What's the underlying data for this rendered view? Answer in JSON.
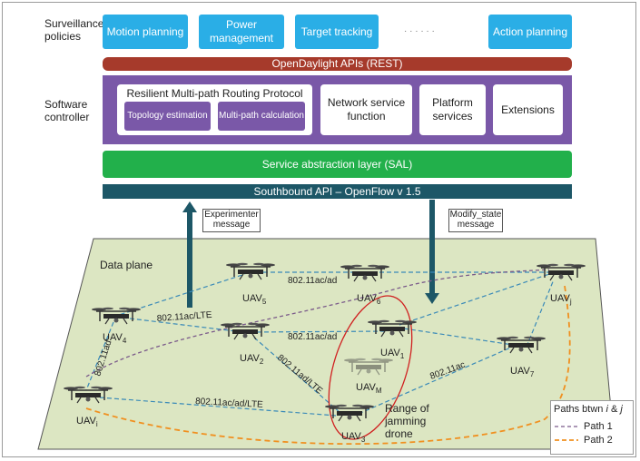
{
  "layers": {
    "surveillance_label": "Surveillance policies",
    "software_label": "Software controller"
  },
  "policies": {
    "motion": "Motion planning",
    "power": "Power management",
    "target": "Target tracking",
    "dots": "· · · · · ·",
    "action": "Action planning"
  },
  "opendaylight": "OpenDaylight APIs (REST)",
  "controller": {
    "rmrp_title": "Resilient Multi-path Routing Protocol",
    "topology": "Topology estimation",
    "multipath": "Multi-path calculation",
    "network_service": "Network service function",
    "platform": "Platform services",
    "extensions": "Extensions"
  },
  "sal": "Service abstraction layer (SAL)",
  "southbound": "Southbound API   – OpenFlow v 1.5",
  "messages": {
    "experimenter": "Experimenter message",
    "modify_state": "Modify_state message"
  },
  "data_plane": {
    "title": "Data plane",
    "nodes": {
      "uav4": "UAV",
      "uav4_sub": "4",
      "uav5": "UAV",
      "uav5_sub": "5",
      "uav6": "UAV",
      "uav6_sub": "6",
      "uavj": "UAV",
      "uavj_sub": "j",
      "uav2": "UAV",
      "uav2_sub": "2",
      "uav1": "UAV",
      "uav1_sub": "1",
      "uav7": "UAV",
      "uav7_sub": "7",
      "uavm": "UAV",
      "uavm_sub": "M",
      "uavi": "UAV",
      "uavi_sub": "i",
      "uav3": "UAV",
      "uav3_sub": "3"
    },
    "links": {
      "l54_6": "802.11ac/ad",
      "l4_2": "802.11ac/LTE",
      "l2_1": "802.11ac/ad",
      "l4_i": "802.11ad",
      "l2_3": "802.11ad/LTE",
      "li_3": "802.11ac/ad/LTE",
      "l3_7": "802.11ac"
    },
    "jamming": "Range of jamming drone"
  },
  "legend": {
    "title_prefix": "Paths btwn ",
    "title_i": "i",
    "title_and": " & ",
    "title_j": "j",
    "path1": "Path 1",
    "path2": "Path 2"
  },
  "colors": {
    "policy_blue": "#2aaee6",
    "opendaylight_red": "#a63a2b",
    "controller_purple": "#7a58a8",
    "sal_green": "#22b04b",
    "southbound_teal": "#1d5767",
    "data_plane_fill": "#dce6c2",
    "link_blue": "#3a8ab8",
    "path1": "#7a5a8a",
    "path2": "#f09020",
    "jamming_red": "#d02020"
  }
}
